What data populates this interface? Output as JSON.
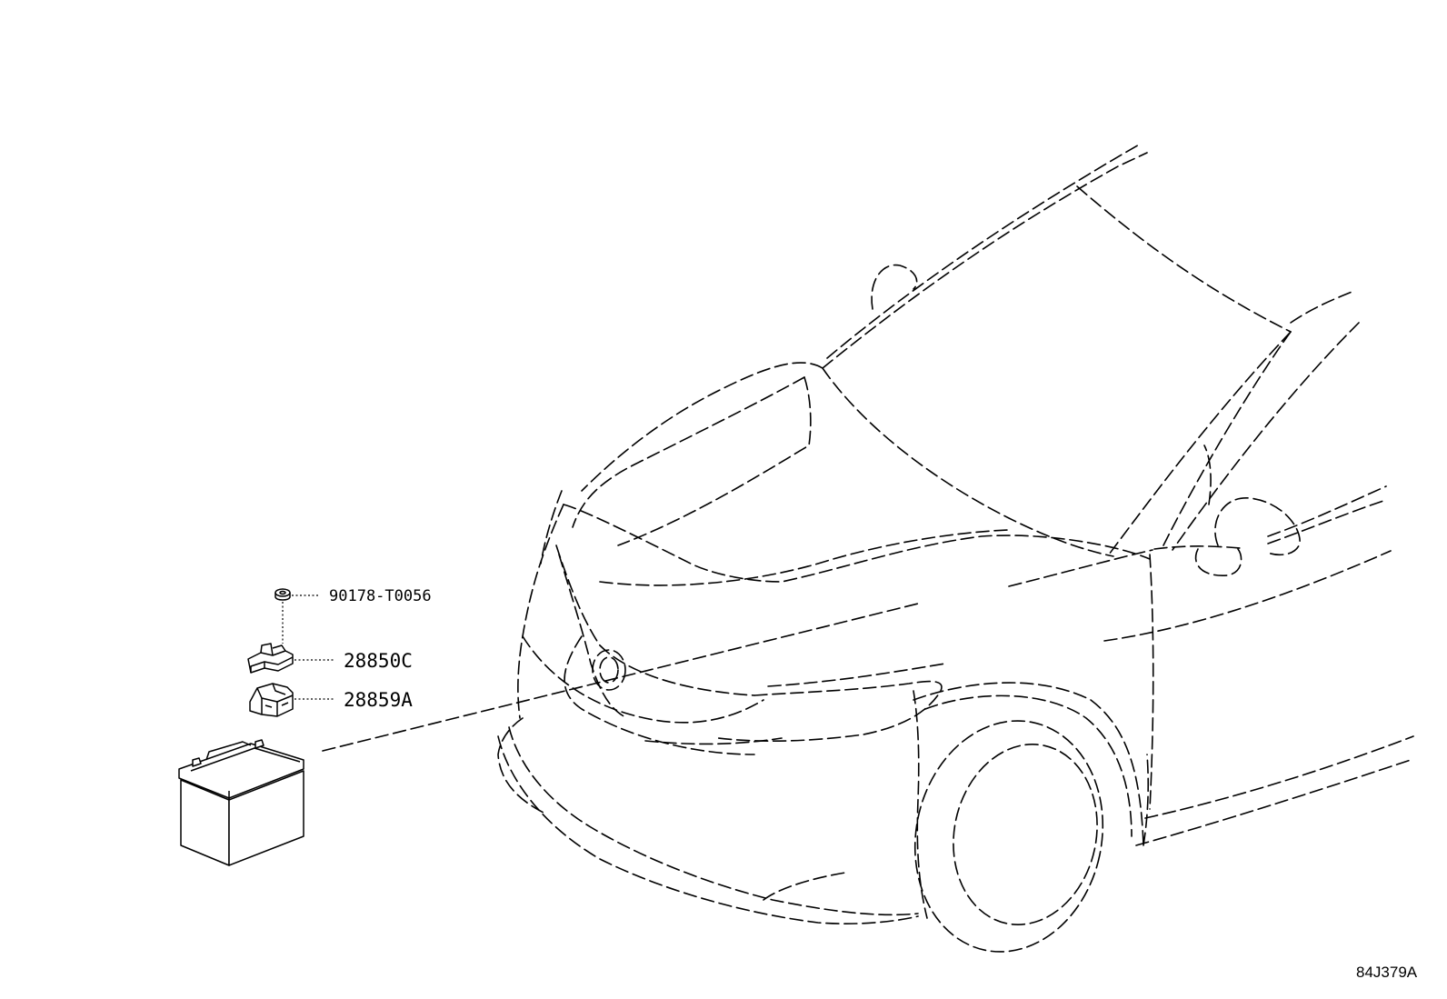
{
  "parts": [
    {
      "id": "nut",
      "number": "90178-T0056"
    },
    {
      "id": "terminal-clamp",
      "number": "28850C"
    },
    {
      "id": "terminal-cover",
      "number": "28859A"
    }
  ],
  "illustration_code": "84J379A",
  "colors": {
    "line": "#000000",
    "background": "#ffffff"
  }
}
